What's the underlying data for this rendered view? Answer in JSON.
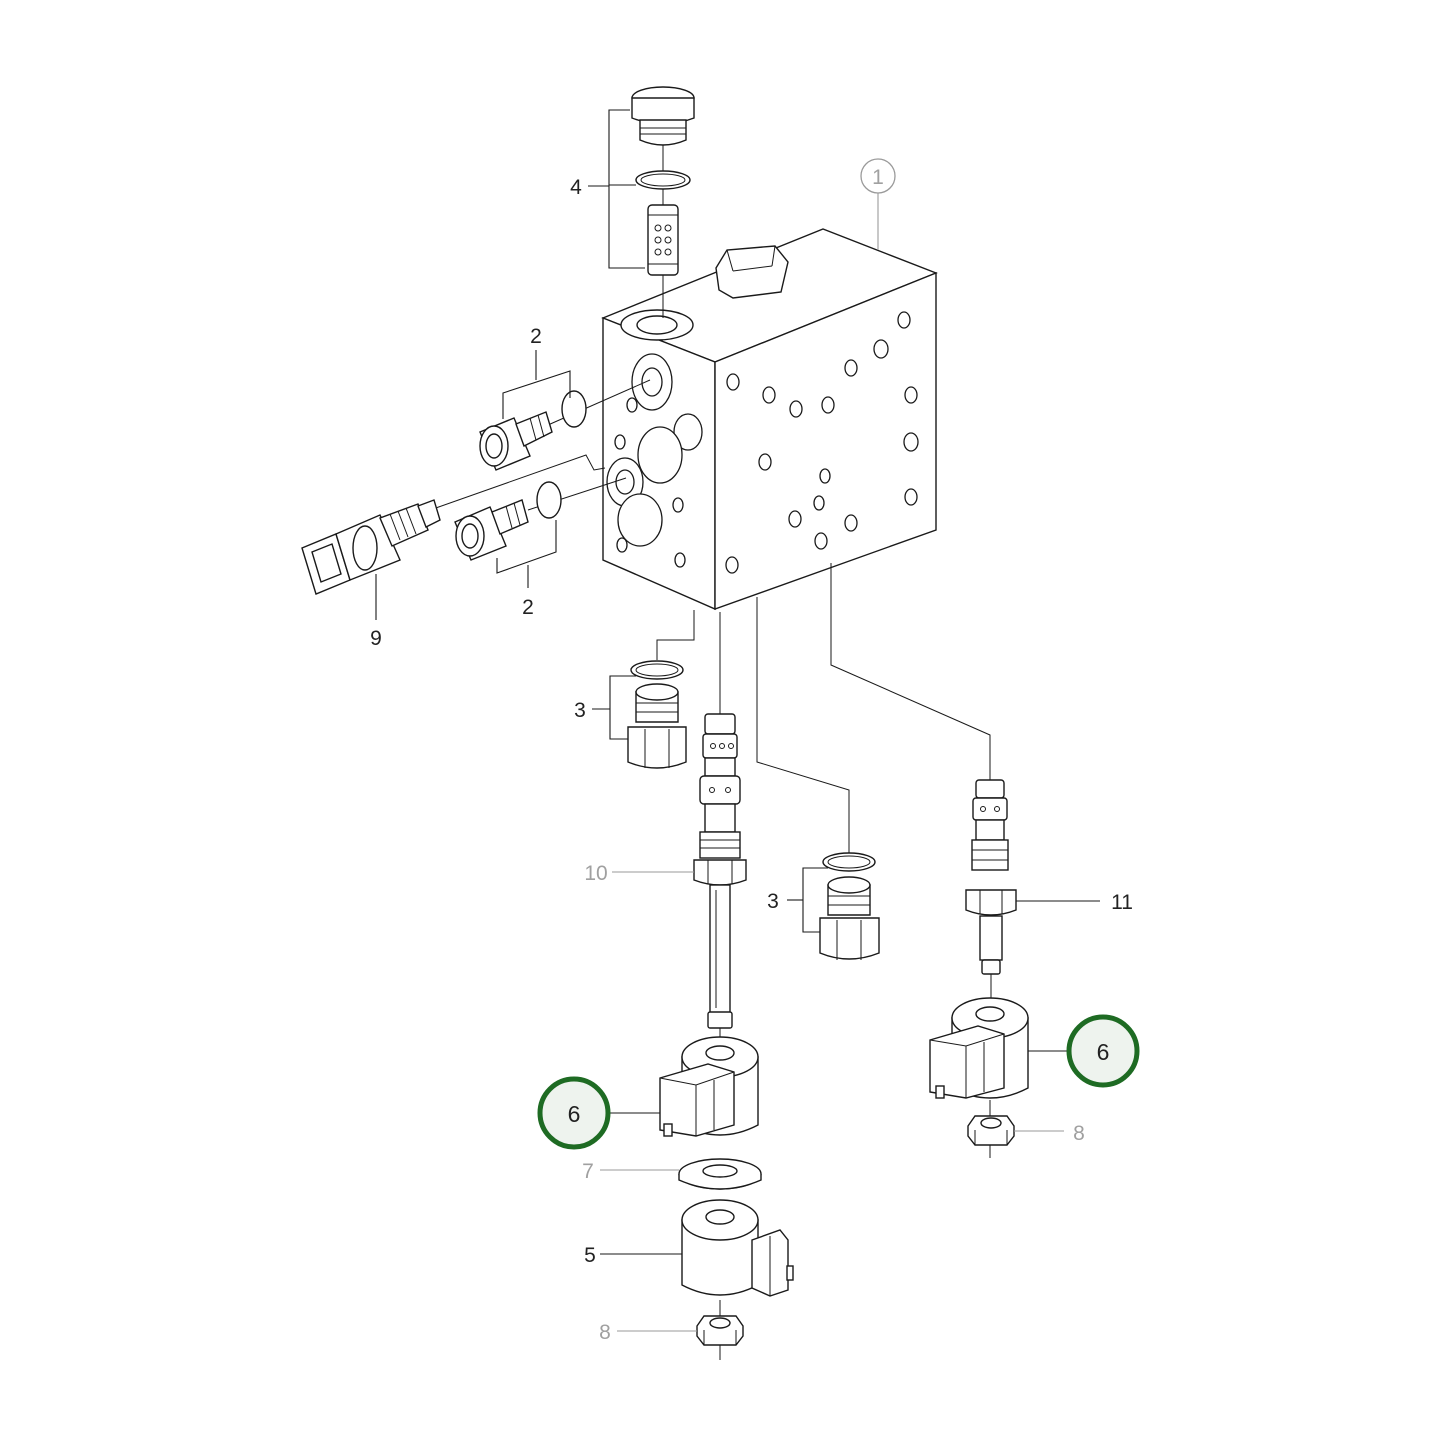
{
  "diagram": {
    "callouts": {
      "c1": "1",
      "c2_top": "2",
      "c2_bottom": "2",
      "c3_left": "3",
      "c3_right": "3",
      "c4": "4",
      "c5": "5",
      "c6_left": "6",
      "c6_right": "6",
      "c7": "7",
      "c8_left": "8",
      "c8_right": "8",
      "c9": "9",
      "c10": "10",
      "c11": "11"
    },
    "highlight_color": "#1e6b23"
  }
}
